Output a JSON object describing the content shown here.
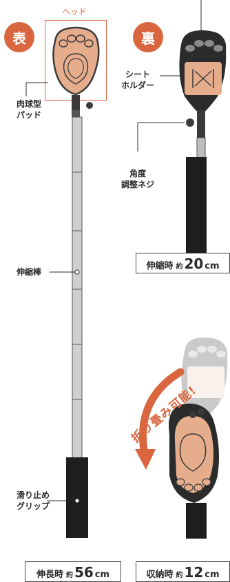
{
  "front": {
    "badge": "表",
    "head_label": "ヘッド",
    "pad_label": [
      "肉球型",
      "パッド"
    ],
    "rod_label": "伸縮棒",
    "grip_label": [
      "滑り止め",
      "グリップ"
    ],
    "extended": {
      "prefix": "伸長時",
      "approx": "約",
      "value": "56",
      "unit": "cm"
    }
  },
  "back": {
    "badge": "裏",
    "sheet_label": [
      "シート",
      "ホルダー"
    ],
    "screw_label": [
      "角度",
      "調整ネジ"
    ],
    "shrunk": {
      "prefix": "伸縮時",
      "approx": "約",
      "value": "20",
      "unit": "cm"
    }
  },
  "folded": {
    "label": "折り畳み可能!",
    "stored": {
      "prefix": "収納時",
      "approx": "約",
      "value": "12",
      "unit": "cm"
    }
  },
  "colors": {
    "accent": "#d9663e",
    "pad": "#e6ad8d",
    "dark": "#2b2b2b",
    "rod": "#c8c8c8"
  }
}
